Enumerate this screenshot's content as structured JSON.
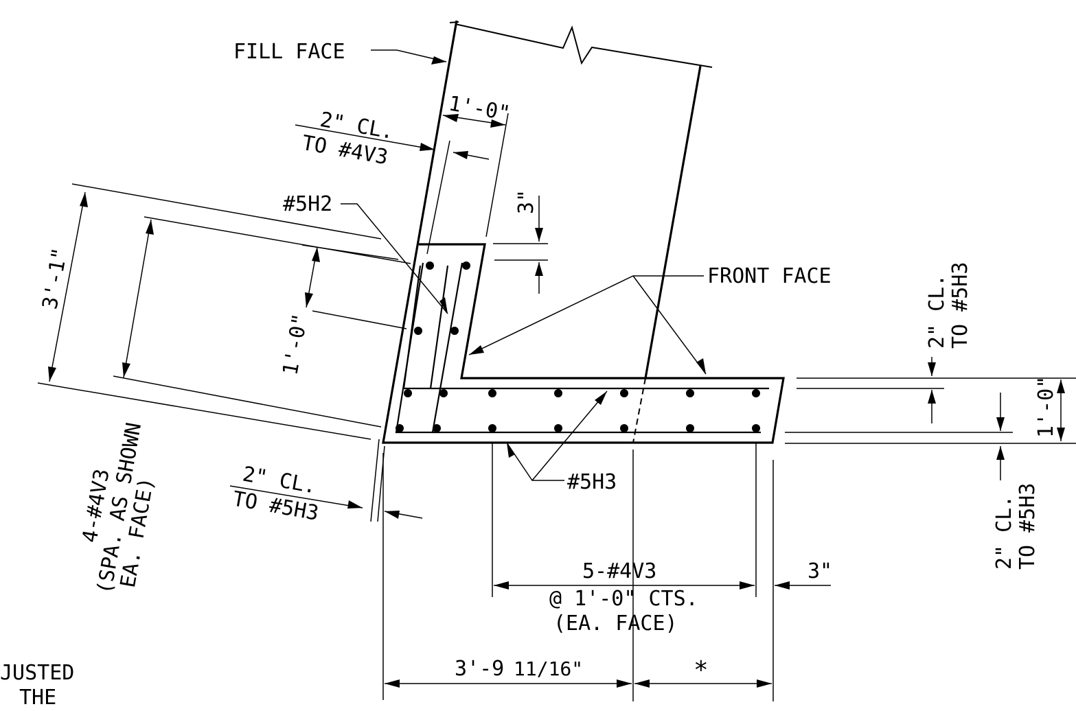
{
  "labels": {
    "fill_face": "FILL FACE",
    "front_face": "FRONT FACE",
    "stem_width": "1'-0\"",
    "cover_v3_line1": "2\" CL.",
    "cover_v3_line2": "TO #4V3",
    "bar_h2": "#5H2",
    "top_offset": "3\"",
    "toe_height": "3'-1\"",
    "bar_spacing": "1'-0\"",
    "v3_count_line1": "4-#4V3",
    "v3_count_line2": "(SPA. AS SHOWN",
    "v3_count_line3": "EA. FACE)",
    "cover_h3_heel_line1": "2\" CL.",
    "cover_h3_heel_line2": "TO #5H3",
    "bar_h3": "#5H3",
    "cover_h3_top_line1": "2\" CL.",
    "cover_h3_top_line2": "TO #5H3",
    "footing_thickness": "1'-0\"",
    "cover_h3_bottom_line1": "2\" CL.",
    "cover_h3_bottom_line2": "TO #5H3",
    "v3_spacing_line1": "5-#4V3",
    "v3_spacing_line2": "@ 1'-0\" CTS.",
    "v3_spacing_line3": "(EA. FACE)",
    "end_offset": "3\"",
    "toe_length": "3'-9",
    "toe_length_fraction": "11/16\"",
    "asterisk": "*",
    "note_line1": "JUSTED",
    "note_line2": "THE"
  }
}
